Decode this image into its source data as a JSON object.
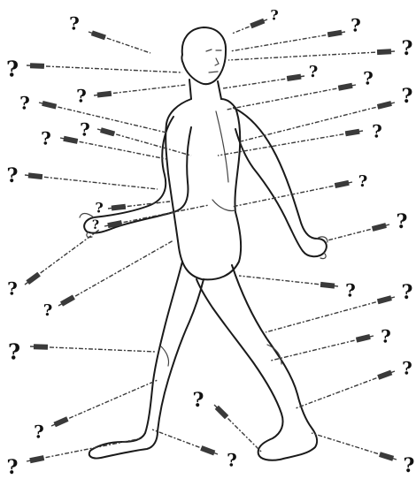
{
  "diagram": {
    "markers": [
      {
        "id": "head-top",
        "text": "?"
      },
      {
        "id": "crown",
        "text": "?"
      },
      {
        "id": "forehead-right",
        "text": "?"
      },
      {
        "id": "temple-left",
        "text": "?"
      },
      {
        "id": "ear-right",
        "text": "?"
      },
      {
        "id": "face-left",
        "text": "?"
      },
      {
        "id": "jaw-left",
        "text": "?"
      },
      {
        "id": "neck-right",
        "text": "?"
      },
      {
        "id": "throat-right",
        "text": "?"
      },
      {
        "id": "shoulder-left",
        "text": "?"
      },
      {
        "id": "clavicle-left",
        "text": "?"
      },
      {
        "id": "upper-back",
        "text": "?"
      },
      {
        "id": "chest-left",
        "text": "?"
      },
      {
        "id": "chest-right",
        "text": "?"
      },
      {
        "id": "armpit-left",
        "text": "?"
      },
      {
        "id": "abdomen-right",
        "text": "?"
      },
      {
        "id": "elbow-left",
        "text": "?"
      },
      {
        "id": "hip-right",
        "text": "?"
      },
      {
        "id": "wrist-left",
        "text": "?"
      },
      {
        "id": "forearm-left",
        "text": "?"
      },
      {
        "id": "buttock-right",
        "text": "?"
      },
      {
        "id": "thigh-right",
        "text": "?"
      },
      {
        "id": "knee-left",
        "text": "?"
      },
      {
        "id": "knee-right",
        "text": "?"
      },
      {
        "id": "calf-right",
        "text": "?"
      },
      {
        "id": "shin-left",
        "text": "?"
      },
      {
        "id": "ankle-left",
        "text": "?"
      },
      {
        "id": "ankle-right",
        "text": "?"
      },
      {
        "id": "heel-left",
        "text": "?"
      },
      {
        "id": "foot-right",
        "text": "?"
      }
    ]
  }
}
